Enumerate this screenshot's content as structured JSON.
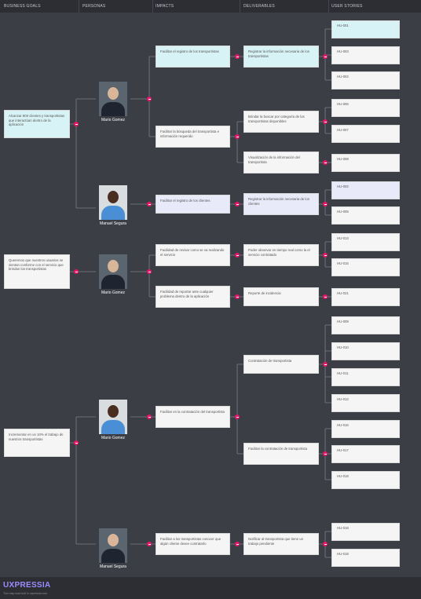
{
  "columns": [
    "BUSINESS GOALS",
    "PERSONAS",
    "IMPACTS",
    "DELIVERABLES",
    "USER STORIES"
  ],
  "goals": [
    "Alcanzar 800 clientes y transportistas  que interactúan dentro de la aplicación",
    "Queremos que nuestros usuarios se sientan conforme con el servicio que brindan los transportistas",
    "Incrementar en un 10% el trabajo de nuestros transportistas"
  ],
  "personas": [
    "Mario Gomez",
    "Manuel Segura",
    "Mario Gomez",
    "Mario Gomez",
    "Manuel Segura"
  ],
  "impacts": [
    "Facilitar el registro de los transportistas",
    "Facilitar la búsqueda del transportista e información requerido",
    "Facilitar el registro de los clientes",
    "Facilidad de revisar como se va realizando el servicio",
    "Facilidad de reportar ante cualquier problema dentro de la aplicación",
    "Facilitar en la contratación del transportista",
    "Facilitar a los transportistas conocer que algún cliente desee contratarlo"
  ],
  "deliverables": [
    "Registrar la información necesaria de los transportistas",
    "Brindar la  buscar por categoría de los transportistas disponibles",
    "Visualización de la información del transportista",
    "Registrar la información necesaria de los clientes",
    "Poder observar en tiempo real como la el servicio contratado",
    "Reporte de incidencia",
    "Contratación de transportista",
    "Facilitar la contratación de transportista",
    "Notificar al transportista que tiene un trabajo pendiente"
  ],
  "stories": [
    "HU-001",
    "HU-003",
    "HU-004",
    "HU-006",
    "HU-007",
    "HU-008",
    "HU-002",
    "HU-005",
    "HU-013",
    "HU-015",
    "HU-021",
    "HU-009",
    "HU-010",
    "HU-011",
    "HU-012",
    "HU-016",
    "HU-017",
    "HU-018",
    "HU-018",
    "HU-019"
  ],
  "footer": {
    "brand": "UXPRESSIA",
    "tagline": "This map was built in uxpressia.com"
  },
  "colors": {
    "background": "#3b3e45",
    "connector": "#7d8088",
    "node": "#e8156b",
    "highlight_blue": "#d8f3f6",
    "highlight_lavender": "#e9eaf9",
    "brand": "#9b8cff"
  }
}
